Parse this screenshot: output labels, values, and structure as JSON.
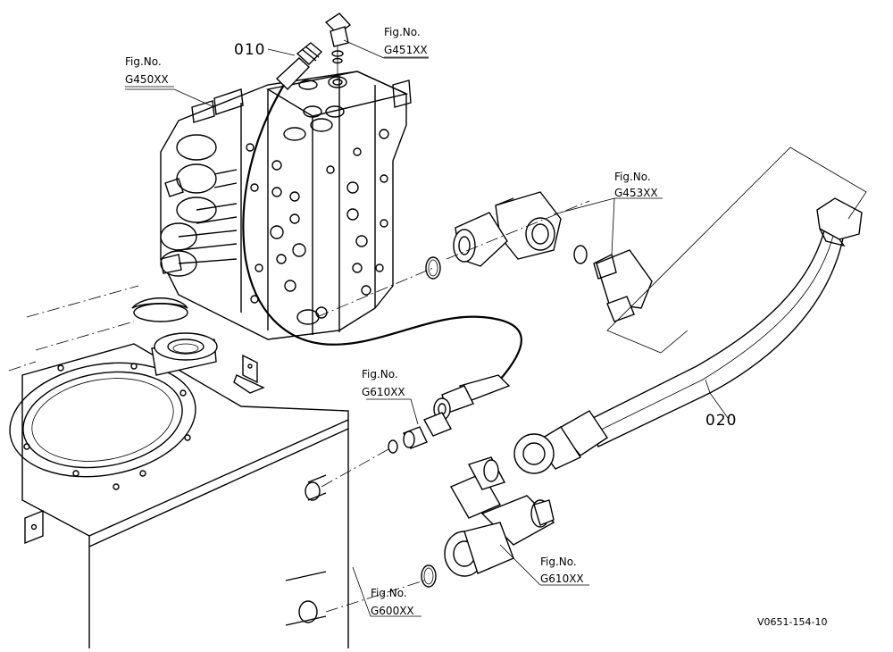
{
  "parts": [
    {
      "label": "010"
    },
    {
      "label": "020"
    }
  ],
  "references": [
    {
      "prefix": "Fig.No.",
      "code": "G450XX"
    },
    {
      "prefix": "Fig.No.",
      "code": "G451XX"
    },
    {
      "prefix": "Fig.No.",
      "code": "G453XX"
    },
    {
      "prefix": "Fig.No.",
      "code": "G610XX"
    },
    {
      "prefix": "Fig.No.",
      "code": "G610XX"
    },
    {
      "prefix": "Fig.No.",
      "code": "G600XX"
    }
  ],
  "drawing_code": "V0651-154-10"
}
